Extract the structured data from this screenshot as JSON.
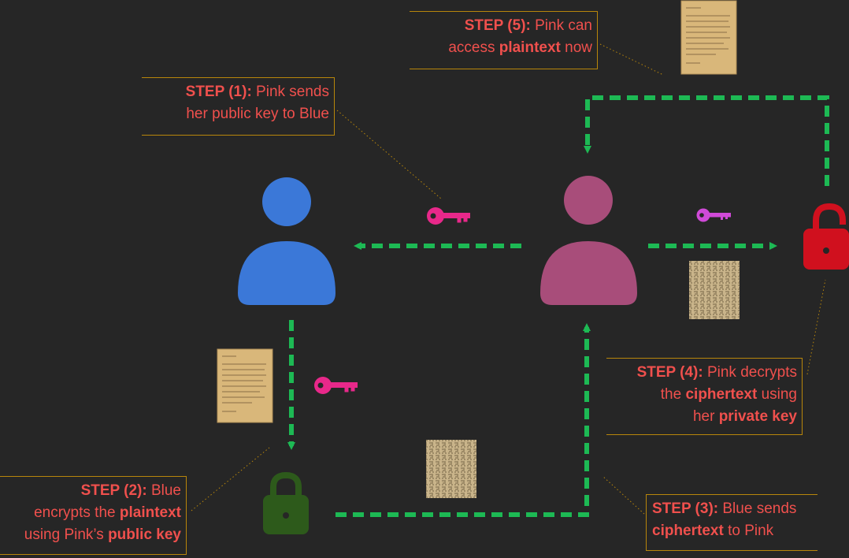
{
  "steps": {
    "s1": {
      "label": "STEP (1):",
      "text": [
        " Pink sends",
        "her public key to Blue"
      ]
    },
    "s2": {
      "label": "STEP (2):",
      "line1": " Blue",
      "line2_a": "encrypts the ",
      "line2_b": "plaintext",
      "line3_a": "using Pink’s ",
      "line3_b": "public key"
    },
    "s3": {
      "label": "STEP (3):",
      "line1": " Blue sends",
      "line2_a": "ciphertext",
      "line2_b": " to Pink"
    },
    "s4": {
      "label": "STEP (4):",
      "line1": " Pink decrypts",
      "line2_a": "the ",
      "line2_b": "ciphertext",
      "line2_c": " using",
      "line3_a": "her ",
      "line3_b": "private key"
    },
    "s5": {
      "label": "STEP (5):",
      "line1": " Pink can",
      "line2_a": "access ",
      "line2_b": "plaintext",
      "line2_c": " now"
    }
  },
  "icons": [
    "user-blue-icon",
    "user-pink-icon",
    "key-pink-icon",
    "key-magenta-icon",
    "lock-closed-green-icon",
    "lock-open-red-icon",
    "plaintext-letter-icon",
    "ciphertext-paper-icon"
  ],
  "colors": {
    "background": "#262626",
    "blue_person": "#3b78d8",
    "pink_person": "#a84d7a",
    "arrow": "#1db954",
    "text": "#f0504d",
    "bracket": "#b8860b",
    "lock_green": "#2d5a1b",
    "lock_red": "#d0101e",
    "key_pink": "#e8288a",
    "key_magenta": "#d04ad8"
  }
}
